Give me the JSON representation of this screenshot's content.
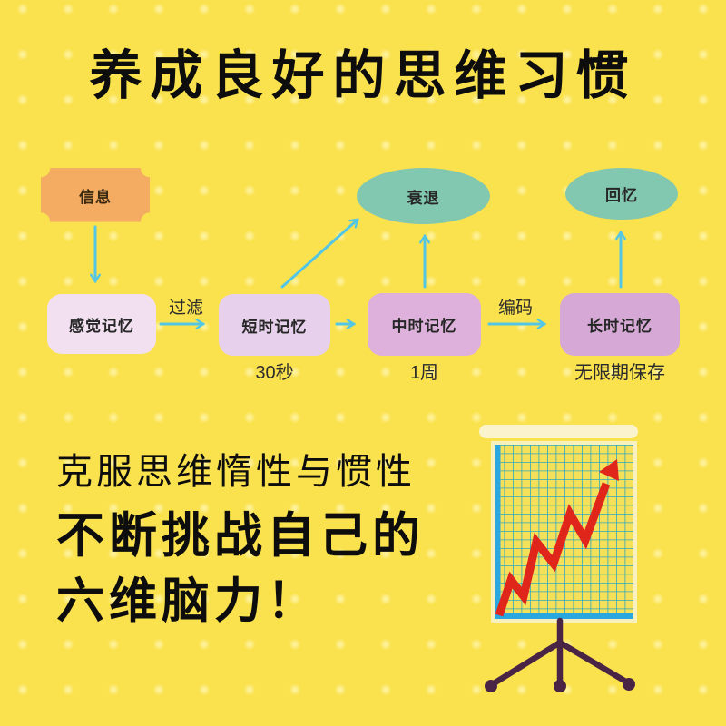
{
  "title": "养成良好的思维习惯",
  "flowchart": {
    "nodes": {
      "info": {
        "label": "信息",
        "shape": "ticket",
        "color": "#F3AC61"
      },
      "sensory": {
        "label": "感觉记忆",
        "shape": "rounded-rect",
        "color": "#F2E0F1"
      },
      "short": {
        "label": "短时记忆",
        "note": "30秒",
        "shape": "rounded-rect",
        "color": "#E7D0EB"
      },
      "medium": {
        "label": "中时记忆",
        "note": "1周",
        "shape": "rounded-rect",
        "color": "#DDB1DB"
      },
      "long": {
        "label": "长时记忆",
        "note": "无限期保存",
        "shape": "rounded-rect",
        "color": "#D5A8D6"
      },
      "decay": {
        "label": "衰退",
        "shape": "ellipse",
        "color": "#82C7B0"
      },
      "recall": {
        "label": "回忆",
        "shape": "ellipse",
        "color": "#82C7B0"
      }
    },
    "edge_labels": {
      "filter": "过滤",
      "encode": "编码"
    }
  },
  "slogan": {
    "line1": "克服思维惰性与惯性",
    "line2": "不断挑战自己的",
    "line3": "六维脑力！"
  },
  "illustration": {
    "name": "flipchart-rising-trend-chart"
  },
  "colors": {
    "background": "#FAE14E",
    "dot_pattern": "#FFF7AF",
    "arrow_cyan": "#52C6E4",
    "title_text": "#0d0d0d",
    "chart_red": "#E0251B",
    "chart_axis_blue": "#2AA7DE",
    "chart_grid_teal": "#2EA9BC",
    "chart_paper_cream": "#F8F1BD",
    "easel_maroon": "#4A2444"
  }
}
